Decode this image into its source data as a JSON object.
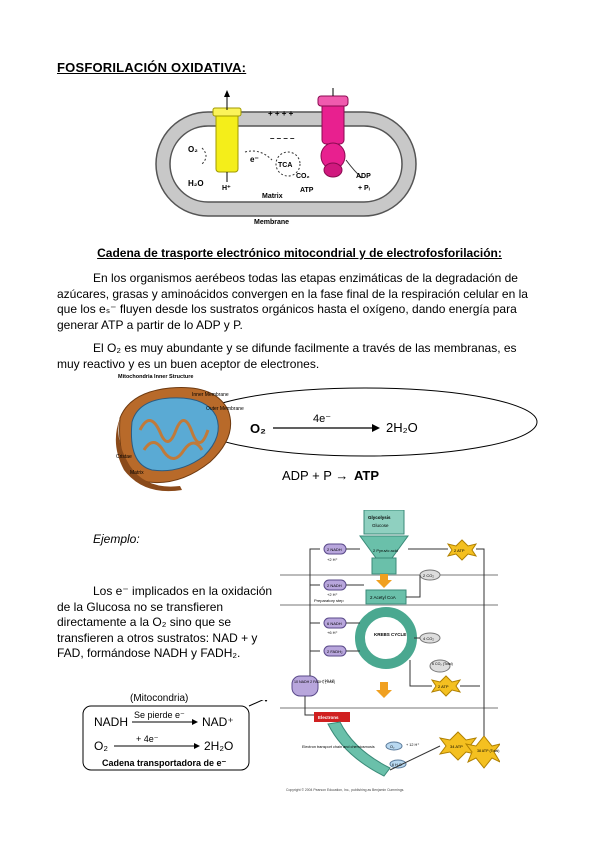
{
  "title": "FOSFORILACIÓN OXIDATIVA:",
  "diagram1": {
    "h_top": "H⁺",
    "h_bottom": "H⁺",
    "plus_signs": "+ + + +",
    "minus_signs": "– – – –",
    "o2": "O₂",
    "h2o": "H₂O",
    "e_minus": "e⁻",
    "tca": "TCA",
    "co2": "CO₂",
    "atp": "ATP",
    "adp": "ADP",
    "pi": "+ Pᵢ",
    "matrix": "Matrix",
    "membrane": "Membrane"
  },
  "subtitle": "Cadena de trasporte electrónico mitocondrial y de electrofosforilación:",
  "para1": "En los organismos aerébeos todas las etapas enzimáticas de la degradación de azúcares, grasas y aminoácidos convergen en la fase final de la respiración celular en la que los eₛ⁻ fluyen desde los sustratos orgánicos hasta el oxígeno, dando energía para generar ATP a partir de  lo ADP y P.",
  "para2": "El O₂ es muy abundante y  se difunde facilmente a través de las membranas, es muy reactivo y es un buen aceptor de electrones.",
  "diagram2": {
    "mito_title": "Mitochondria Inner Structure",
    "inner_membrane": "Inner Membrane",
    "outer_membrane": "Outer Membrane",
    "cristae": "Cristae",
    "matrix": "Matrix",
    "o2": "O₂",
    "electrons": "4e⁻",
    "h2o": "2H₂O",
    "adp_reaction": "ADP + P →",
    "atp": "ATP"
  },
  "ejemplo": "Ejemplo:",
  "para3": "Los e⁻ implicados en la oxidación de la Glucosa no se transfieren directamente a la O₂ sino que se transfieren a otros sustratos: NAD + y FAD, formándose NADH y FADH₂.",
  "diagram3": {
    "glycolysis": "Glycolysis",
    "glucose": "Glucose",
    "pyruvate": "2 Pyruvic acid",
    "nadh1": "2 NADH",
    "h1": "+2 H⁺",
    "atp1": "2 ATP",
    "nadh2": "2 NADH",
    "h2": "+2 H⁺",
    "prep": "Preparatory step",
    "acetyl": "2 Acetyl CoA",
    "co2a": "2 CO₂",
    "nadh3": "6 NADH",
    "h3": "+6 H⁺",
    "krebs": "KREBS CYCLE",
    "co2b": "4 CO₂",
    "fadh": "2 FADH₂",
    "co2total": "6 CO₂ (Total)",
    "atp2": "2 ATP",
    "total": "10 NADH 2 FADH₂ (Total)",
    "h_total": "+10 H⁺",
    "electrons": "Electrons",
    "etc": "Electron transport chain and chemiosmosis",
    "o2": "O₂",
    "h_etc": "+ 12 H⁺",
    "h2o": "6 H₂O",
    "atp3": "34 ATP",
    "atp_total": "38 ATP (Total)",
    "copyright": "Copyright © 2004 Pearson Education, Inc., publishing as Benjamin Cummings."
  },
  "diagram4": {
    "header": "(Mitocondria)",
    "nadh": "NADH",
    "pierde": "Se pierde e⁻",
    "nad": "NAD⁺",
    "o2": "O₂",
    "four_e": "+ 4e⁻",
    "h2o": "2H₂O",
    "caption": "Cadena transportadora de e⁻"
  }
}
